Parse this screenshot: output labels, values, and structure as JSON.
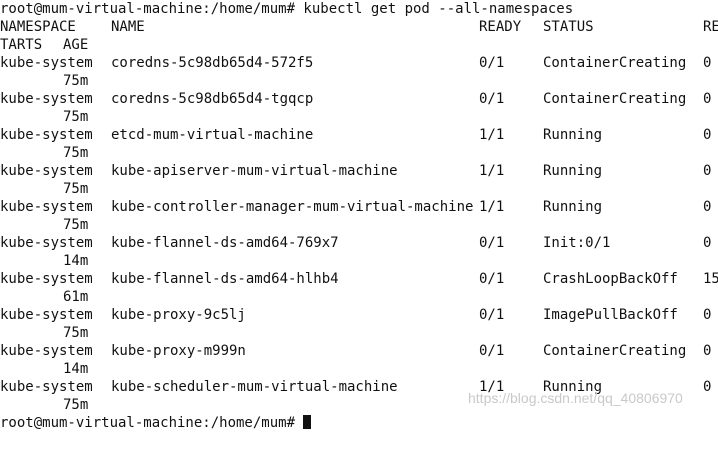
{
  "terminal": {
    "command_line": "root@mum-virtual-machine:/home/mum# kubectl get pod --all-namespaces",
    "headers": {
      "namespace": "NAMESPACE",
      "name": "NAME",
      "ready": "READY",
      "status": "STATUS",
      "restarts_start": "RE",
      "restarts_wrapped": "TARTS",
      "age": "AGE"
    },
    "rows": [
      {
        "namespace": "kube-system",
        "name": "coredns-5c98db65d4-572f5",
        "ready": "0/1",
        "status": "ContainerCreating",
        "restarts": "0",
        "age": "75m"
      },
      {
        "namespace": "kube-system",
        "name": "coredns-5c98db65d4-tgqcp",
        "ready": "0/1",
        "status": "ContainerCreating",
        "restarts": "0",
        "age": "75m"
      },
      {
        "namespace": "kube-system",
        "name": "etcd-mum-virtual-machine",
        "ready": "1/1",
        "status": "Running",
        "restarts": "0",
        "age": "75m"
      },
      {
        "namespace": "kube-system",
        "name": "kube-apiserver-mum-virtual-machine",
        "ready": "1/1",
        "status": "Running",
        "restarts": "0",
        "age": "75m"
      },
      {
        "namespace": "kube-system",
        "name": "kube-controller-manager-mum-virtual-machine",
        "ready": "1/1",
        "status": "Running",
        "restarts": "0",
        "age": "75m"
      },
      {
        "namespace": "kube-system",
        "name": "kube-flannel-ds-amd64-769x7",
        "ready": "0/1",
        "status": "Init:0/1",
        "restarts": "0",
        "age": "14m"
      },
      {
        "namespace": "kube-system",
        "name": "kube-flannel-ds-amd64-hlhb4",
        "ready": "0/1",
        "status": "CrashLoopBackOff",
        "restarts": "15",
        "age": "61m"
      },
      {
        "namespace": "kube-system",
        "name": "kube-proxy-9c5lj",
        "ready": "0/1",
        "status": "ImagePullBackOff",
        "restarts": "0",
        "age": "75m"
      },
      {
        "namespace": "kube-system",
        "name": "kube-proxy-m999n",
        "ready": "0/1",
        "status": "ContainerCreating",
        "restarts": "0",
        "age": "14m"
      },
      {
        "namespace": "kube-system",
        "name": "kube-scheduler-mum-virtual-machine",
        "ready": "1/1",
        "status": "Running",
        "restarts": "0",
        "age": "75m"
      }
    ],
    "trailing_prompt": "root@mum-virtual-machine:/home/mum# "
  },
  "watermark": "https://blog.csdn.net/qq_40806970"
}
